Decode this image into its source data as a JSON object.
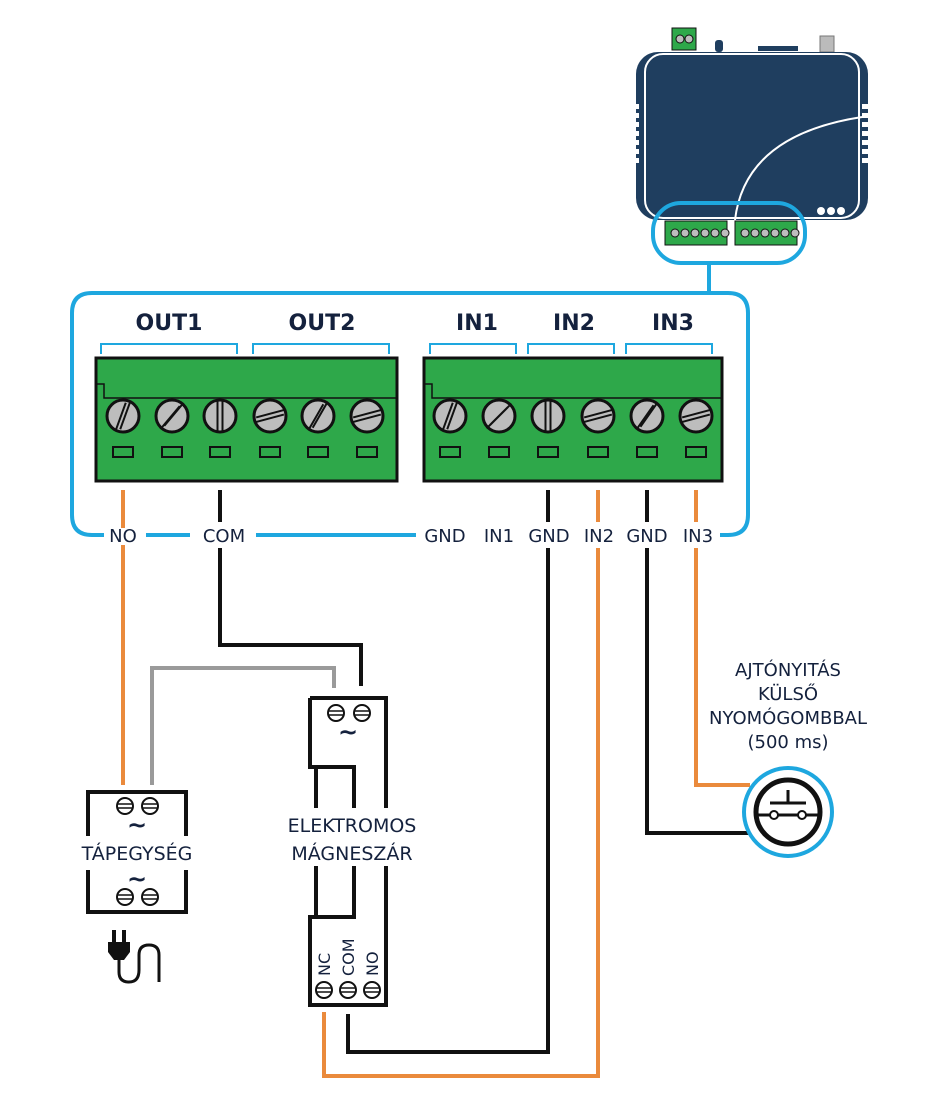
{
  "colors": {
    "frame": "#1ea7df",
    "terminal_green": "#2ea84a",
    "screw_gray": "#bdbdbd",
    "device_navy": "#1f3e5f",
    "wire_orange": "#ea8a3c",
    "wire_black": "#111111",
    "wire_gray": "#9a9a9a",
    "text_dark": "#14213d"
  },
  "device": {
    "name": "controller-unit"
  },
  "terminal_groups": [
    {
      "label": "OUT1"
    },
    {
      "label": "OUT2"
    },
    {
      "label": "IN1"
    },
    {
      "label": "IN2"
    },
    {
      "label": "IN3"
    }
  ],
  "pin_labels": [
    "NO",
    "COM",
    "GND",
    "IN1",
    "GND",
    "IN2",
    "GND",
    "IN3"
  ],
  "power_supply": {
    "label": "TÁPEGYSÉG",
    "ac_symbol": "~"
  },
  "lock": {
    "label_line1": "ELEKTROMOS",
    "label_line2": "MÁGNESZÁR",
    "ac_symbol": "~",
    "contacts": [
      "NC",
      "COM",
      "NO"
    ]
  },
  "push_button": {
    "caption_lines": [
      "AJTÓNYITÁS",
      "KÜLSŐ",
      "NYOMÓGOMBBAL",
      "(500 ms)"
    ]
  }
}
